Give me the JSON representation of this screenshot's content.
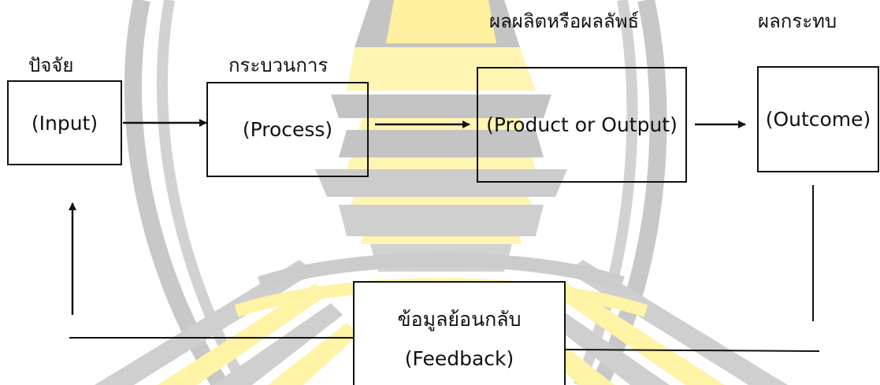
{
  "labels": {
    "input_thai": "ปัจจัย",
    "process_thai": "กระบวนการ",
    "output_thai": "ผลผลิตหรือผลลัพธ์",
    "outcome_thai": "ผลกระทบ"
  },
  "boxes": {
    "input": "(Input)",
    "process": "(Process)",
    "output": "(Product or Output)",
    "outcome": "(Outcome)",
    "feedback_thai": "ข้อมูลย้อนกลับ",
    "feedback": "(Feedback)"
  },
  "colors": {
    "line": "#111111",
    "watermark_gray": "#c4c4c4",
    "watermark_yellow": "#fff3a6"
  }
}
